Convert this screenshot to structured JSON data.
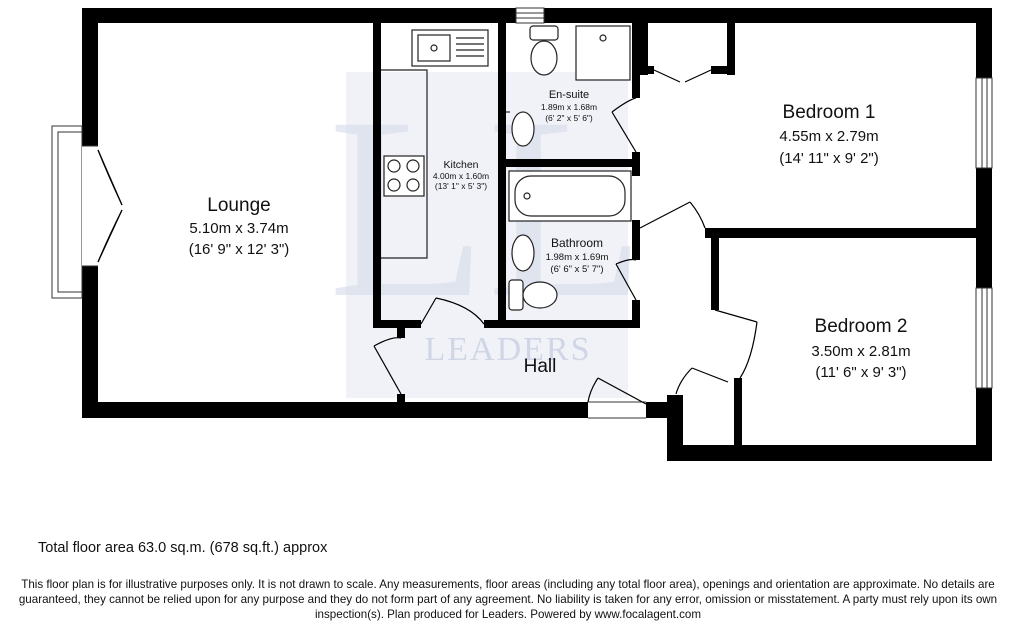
{
  "watermark": {
    "monogram": "LL",
    "brand": "LEADERS"
  },
  "rooms": {
    "lounge": {
      "name": "Lounge",
      "metric": "5.10m x 3.74m",
      "imperial": "(16' 9\" x 12' 3\")"
    },
    "kitchen": {
      "name": "Kitchen",
      "metric": "4.00m x 1.60m",
      "imperial": "(13' 1\" x 5' 3\")"
    },
    "ensuite": {
      "name": "En-suite",
      "metric": "1.89m x 1.68m",
      "imperial": "(6' 2\" x 5' 6\")"
    },
    "bathroom": {
      "name": "Bathroom",
      "metric": "1.98m x 1.69m",
      "imperial": "(6' 6\" x 5' 7\")"
    },
    "bedroom1": {
      "name": "Bedroom 1",
      "metric": "4.55m x 2.79m",
      "imperial": "(14' 11\" x 9' 2\")"
    },
    "bedroom2": {
      "name": "Bedroom 2",
      "metric": "3.50m x 2.81m",
      "imperial": "(11' 6\" x 9' 3\")"
    },
    "hall": {
      "name": "Hall"
    }
  },
  "footer": {
    "total_area": "Total floor area 63.0 sq.m. (678 sq.ft.) approx",
    "disclaimer": "This floor plan is for illustrative purposes only. It is not drawn to scale. Any measurements, floor areas (including any total floor area), openings and orientation are approximate. No details are guaranteed, they cannot be relied upon for any purpose and they do not form part of any agreement. No liability is taken for any error, omission or misstatement. A party must rely upon its own inspection(s). Plan produced for Leaders. Powered by www.focalagent.com"
  },
  "colors": {
    "wall": "#000000",
    "watermark": "#dfe4ef",
    "fixture_stroke": "#222222"
  }
}
